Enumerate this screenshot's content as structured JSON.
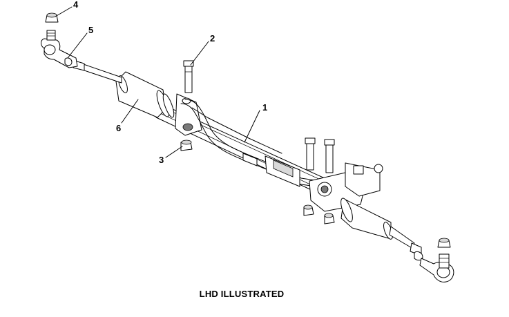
{
  "caption": "LHD ILLUSTRATED",
  "callouts": {
    "c1": "1",
    "c2": "2",
    "c3": "3",
    "c4": "4",
    "c5": "5",
    "c6": "6"
  }
}
